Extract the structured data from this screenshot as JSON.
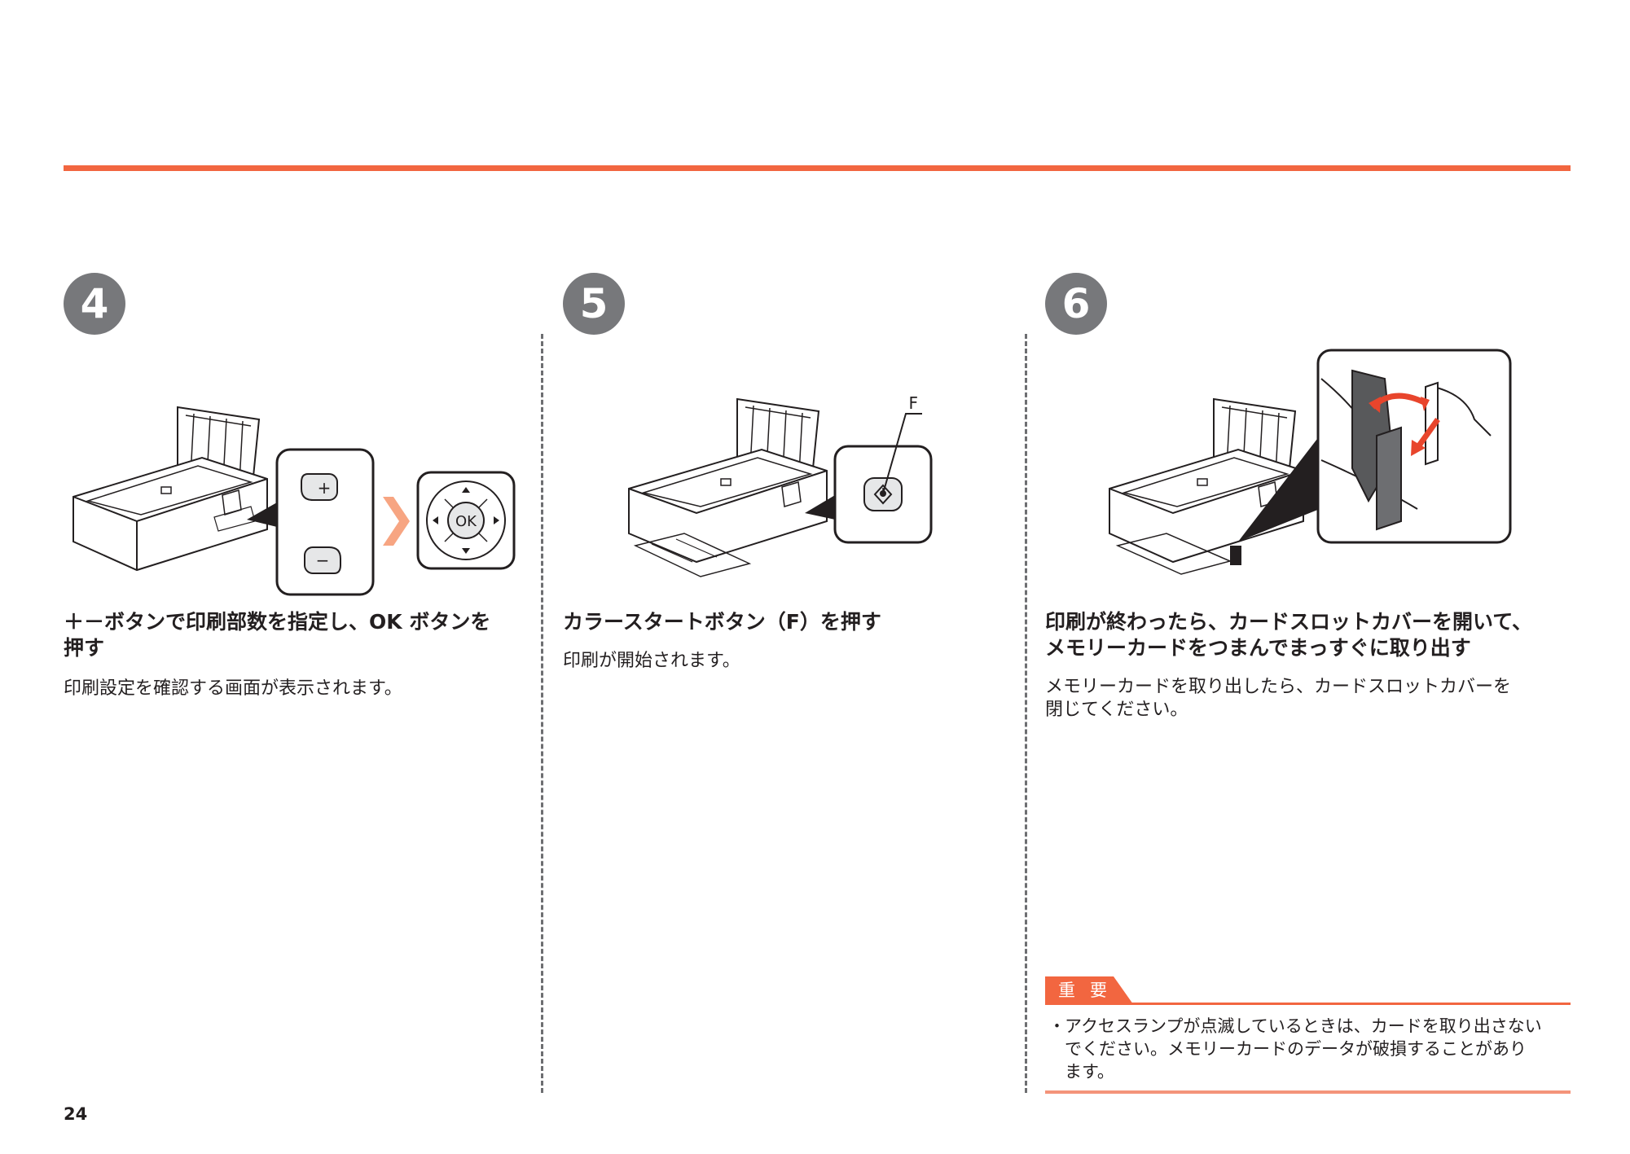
{
  "page": {
    "number": "24"
  },
  "steps": [
    {
      "badge": "4",
      "heading_line1": "＋－ボタンで印刷部数を指定し、OK ボタンを",
      "heading_line2": "押す",
      "body": "印刷設定を確認する画面が表示されます。",
      "ok_label": "OK",
      "plus_label": "+",
      "minus_label": "−"
    },
    {
      "badge": "5",
      "heading_line1": "カラースタートボタン（F）を押す",
      "body": "印刷が開始されます。",
      "callout_label": "F"
    },
    {
      "badge": "6",
      "heading_line1": "印刷が終わったら、カードスロットカバーを開いて、",
      "heading_line2": "メモリーカードをつまんでまっすぐに取り出す",
      "body_line1": "メモリーカードを取り出したら、カードスロットカバーを",
      "body_line2": "閉じてください。"
    }
  ],
  "important": {
    "label": "重要",
    "bullet": "・",
    "text_line1": "アクセスランプが点滅しているときは、カードを取り出さない",
    "text_line2": "でください。メモリーカードのデータが破損することがあり",
    "text_line3": "ます。"
  },
  "colors": {
    "accent": "#f26640",
    "badge": "#77787b",
    "arrow": "#f7a582",
    "red_arrow": "#e8452c"
  }
}
